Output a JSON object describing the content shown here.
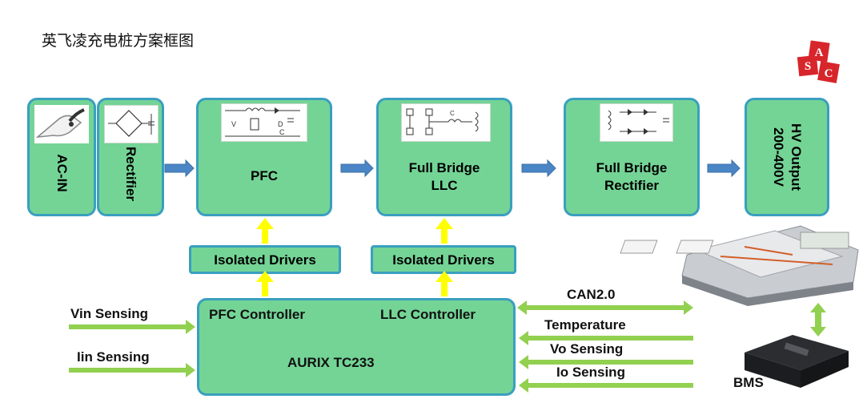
{
  "title": "英飞凌充电桩方案框图",
  "logo": {
    "letters": [
      "A",
      "S",
      "C"
    ],
    "color": "#d7262b"
  },
  "blocks": {
    "ac_in": "AC-IN",
    "rectifier": "Rectifier",
    "pfc": "PFC",
    "llc": [
      "Full Bridge",
      "LLC"
    ],
    "full_bridge_rectifier": [
      "Full Bridge",
      "Rectifier"
    ],
    "hv_output": [
      "HV Output",
      "200-400V"
    ],
    "isolated_drivers_1": "Isolated Drivers",
    "isolated_drivers_2": "Isolated Drivers",
    "controller": {
      "pfc_controller": "PFC Controller",
      "llc_controller": "LLC Controller",
      "chip": "AURIX  TC233"
    }
  },
  "signals": {
    "vin_sensing": "Vin Sensing",
    "iin_sensing": "Iin Sensing",
    "can": "CAN2.0",
    "temperature": "Temperature",
    "vo_sensing": "Vo Sensing",
    "io_sensing": "Io Sensing",
    "bms": "BMS"
  },
  "colors": {
    "block_fill": "#74d496",
    "block_border": "#3a9fbf",
    "flow_arrow": "#4a86c5",
    "driver_arrow": "#ffff00",
    "signal_arrow": "#92d050"
  }
}
